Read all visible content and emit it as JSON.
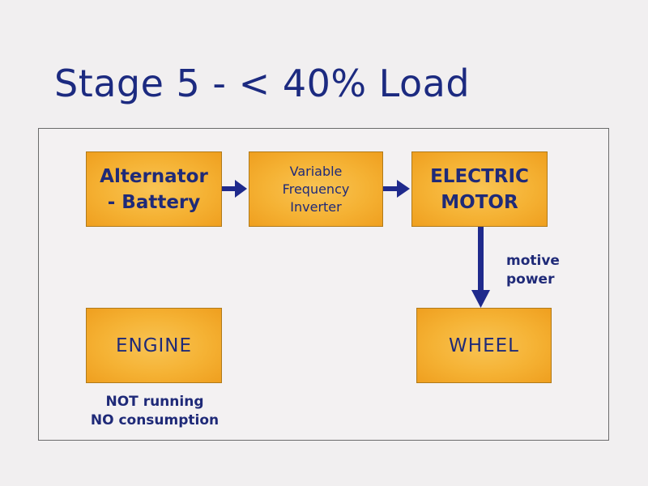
{
  "title": "Stage 5 - < 40% Load",
  "blocks": {
    "alternator": {
      "line1": "Alternator",
      "line2": "- Battery"
    },
    "inverter": {
      "line1": "Variable",
      "line2": "Frequency",
      "line3": "Inverter"
    },
    "motor": {
      "line1": "ELECTRIC",
      "line2": "MOTOR"
    },
    "engine": {
      "label": "ENGINE"
    },
    "wheel": {
      "label": "WHEEL"
    }
  },
  "annotations": {
    "motive_line1": "motive",
    "motive_line2": "power",
    "engine_status_line1": "NOT running",
    "engine_status_line2": "NO consumption"
  },
  "colors": {
    "title": "#1c2a80",
    "block_fill": "#f5b234",
    "block_text": "#1f2a78",
    "arrow": "#1f2a8c",
    "background": "#f1eff0"
  }
}
